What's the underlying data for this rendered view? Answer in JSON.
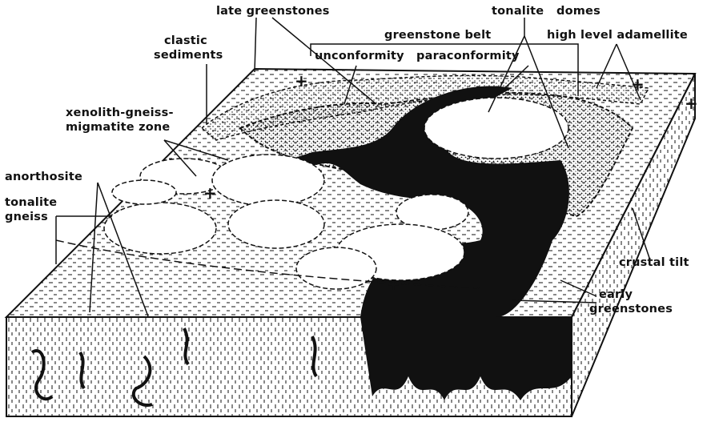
{
  "labels": {
    "late_greenstones": "late greenstones",
    "tonalite_domes_1": "tonalite",
    "tonalite_domes_2": "domes",
    "clastic_sediments_1": "clastic",
    "clastic_sediments_2": "sediments",
    "greenstone_belt": "greenstone  belt",
    "high_level_adamellite": "high level adamellite",
    "unconformity": "unconformity",
    "paraconformity": "paraconformity",
    "xenolith_zone_1": "xenolith-gneiss-",
    "xenolith_zone_2": "migmatite zone",
    "anorthosite": "anorthosite",
    "tonalite_gneiss_1": "tonalite",
    "tonalite_gneiss_2": "gneiss",
    "crustal_tilt": "crustal  tilt",
    "early_greenstones_1": "early",
    "early_greenstones_2": "greenstones"
  },
  "symbols": {
    "plus": "+"
  },
  "colors": {
    "ink": "#111111",
    "paper": "#ffffff"
  }
}
